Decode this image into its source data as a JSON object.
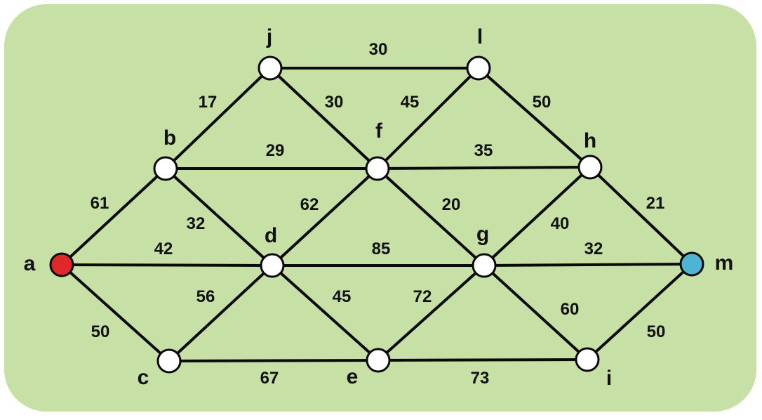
{
  "colors": {
    "panel_fill": "#c7e0a6",
    "panel_stroke": "#ffffff",
    "edge": "#0a0a0a",
    "node_default": "#ffffff",
    "node_start": "#e0282a",
    "node_end": "#4fb3d3",
    "node_stroke": "#0a0a0a"
  },
  "graph": {
    "nodes": [
      {
        "id": "a",
        "label": "a",
        "role": "start"
      },
      {
        "id": "b",
        "label": "b",
        "role": "normal"
      },
      {
        "id": "c",
        "label": "c",
        "role": "normal"
      },
      {
        "id": "d",
        "label": "d",
        "role": "normal"
      },
      {
        "id": "e",
        "label": "e",
        "role": "normal"
      },
      {
        "id": "f",
        "label": "f",
        "role": "normal"
      },
      {
        "id": "g",
        "label": "g",
        "role": "normal"
      },
      {
        "id": "h",
        "label": "h",
        "role": "normal"
      },
      {
        "id": "i",
        "label": "i",
        "role": "normal"
      },
      {
        "id": "j",
        "label": "j",
        "role": "normal"
      },
      {
        "id": "l",
        "label": "l",
        "role": "normal"
      },
      {
        "id": "m",
        "label": "m",
        "role": "end"
      }
    ],
    "edges": [
      {
        "from": "j",
        "to": "l",
        "weight": "30"
      },
      {
        "from": "b",
        "to": "j",
        "weight": "17"
      },
      {
        "from": "j",
        "to": "f",
        "weight": "30"
      },
      {
        "from": "f",
        "to": "l",
        "weight": "45"
      },
      {
        "from": "l",
        "to": "h",
        "weight": "50"
      },
      {
        "from": "b",
        "to": "f",
        "weight": "29"
      },
      {
        "from": "f",
        "to": "h",
        "weight": "35"
      },
      {
        "from": "a",
        "to": "b",
        "weight": "61"
      },
      {
        "from": "b",
        "to": "d",
        "weight": "32"
      },
      {
        "from": "d",
        "to": "f",
        "weight": "62"
      },
      {
        "from": "f",
        "to": "g",
        "weight": "20"
      },
      {
        "from": "g",
        "to": "h",
        "weight": "40"
      },
      {
        "from": "h",
        "to": "m",
        "weight": "21"
      },
      {
        "from": "a",
        "to": "d",
        "weight": "42"
      },
      {
        "from": "d",
        "to": "g",
        "weight": "85"
      },
      {
        "from": "g",
        "to": "m",
        "weight": "32"
      },
      {
        "from": "c",
        "to": "d",
        "weight": "56"
      },
      {
        "from": "d",
        "to": "e",
        "weight": "45"
      },
      {
        "from": "e",
        "to": "g",
        "weight": "72"
      },
      {
        "from": "g",
        "to": "i",
        "weight": "60"
      },
      {
        "from": "a",
        "to": "c",
        "weight": "50"
      },
      {
        "from": "i",
        "to": "m",
        "weight": "50"
      },
      {
        "from": "c",
        "to": "e",
        "weight": "67"
      },
      {
        "from": "e",
        "to": "i",
        "weight": "73"
      }
    ]
  }
}
